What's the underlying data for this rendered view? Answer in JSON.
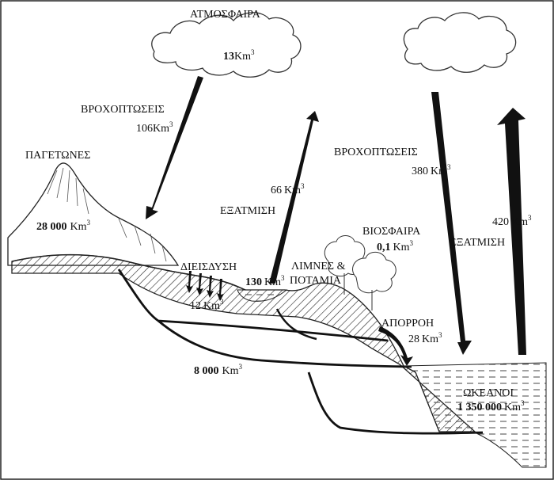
{
  "labels": {
    "atmosphere": "ΑΤΜΟΣΦΑΙΡΑ",
    "atmosphere_value": "13",
    "precip_left": "ΒΡΟΧΟΠΤΩΣΕΙΣ",
    "precip_left_value": "106",
    "glaciers": "ΠΑΓΕΤΩΝΕΣ",
    "glaciers_value": "28 000",
    "evap_left_value": "66",
    "evap_left": "ΕΞΑΤΜΙΣΗ",
    "precip_right": "ΒΡΟΧΟΠΤΩΣΕΙΣ",
    "precip_right_value": "380",
    "biosphere": "ΒΙΟΣΦΑΙΡΑ",
    "biosphere_value": "0,1",
    "evap_right": "ΕΞΑΤΜΙΣΗ",
    "evap_right_value": "420",
    "infiltration": "ΔΙΕΙΣΔΥΣΗ",
    "infiltration_value": "12",
    "lakes_value": "130",
    "lakes_line1": "ΛΙΜΝΕΣ &",
    "lakes_line2": "ΠΟΤΑΜΙΑ",
    "runoff": "ΑΠΟΡΡΟΗ",
    "runoff_value": "28",
    "groundwater_value": "8 000",
    "oceans": "ΩΚΕΑΝΟΙ",
    "oceans_value": "1 350 000",
    "unit": "Km",
    "unit_exp": "3"
  }
}
